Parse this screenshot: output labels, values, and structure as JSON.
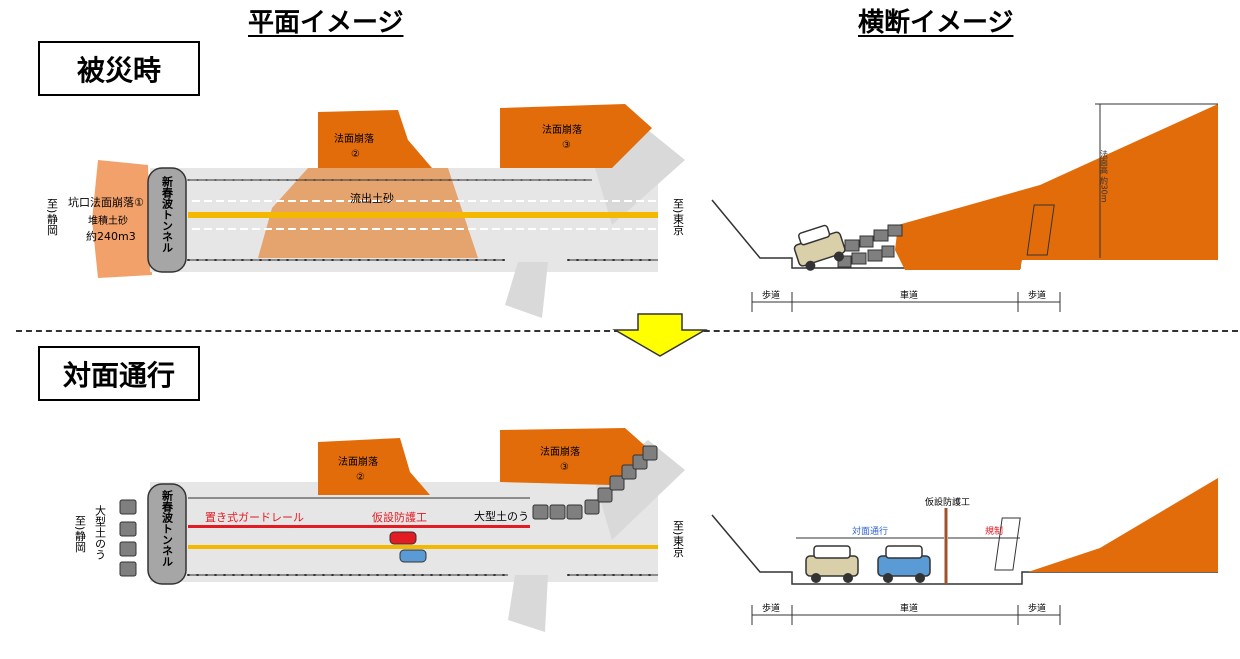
{
  "headings": {
    "plan": "平面イメージ",
    "cross": "横断イメージ"
  },
  "sections": {
    "disaster": "被災時",
    "two_way": "対面通行"
  },
  "top_plan": {
    "tunnel": "新春波トンネル",
    "left_dest": "至)静岡",
    "right_dest": "至)東京",
    "collapse_1_title": "坑口法面崩落①",
    "collapse_1_vol1": "堆積土砂",
    "collapse_1_vol2": "約240m3",
    "collapse_2": [
      "法面崩落",
      "②"
    ],
    "collapse_3": [
      "法面崩落",
      "③"
    ],
    "runoff": "流出土砂"
  },
  "top_cross": {
    "walk_left": "歩道",
    "road": "車道",
    "walk_right": "歩道",
    "height": "法面高 約30m"
  },
  "bottom_plan": {
    "tunnel": "新春波トンネル",
    "left_dest": "至)静岡",
    "right_dest": "至)東京",
    "left_sandbag": "大型土のう",
    "guardrail": "置き式ガードレール",
    "barrier": "仮設防護工",
    "sandbag": "大型土のう",
    "collapse_2": [
      "法面崩落",
      "②"
    ],
    "collapse_3": [
      "法面崩落",
      "③"
    ]
  },
  "bottom_cross": {
    "barrier": "仮設防護工",
    "two_way": "対面通行",
    "restrict": "規制",
    "walk_left": "歩道",
    "road": "車道",
    "walk_right": "歩道"
  },
  "colors": {
    "slope": "#e36c0a",
    "road": "#e6e6e6",
    "tunnel": "#a6a6a6",
    "center_line": "#f5b800",
    "barrier": "#e31b23",
    "arrow": "#ffff00"
  }
}
